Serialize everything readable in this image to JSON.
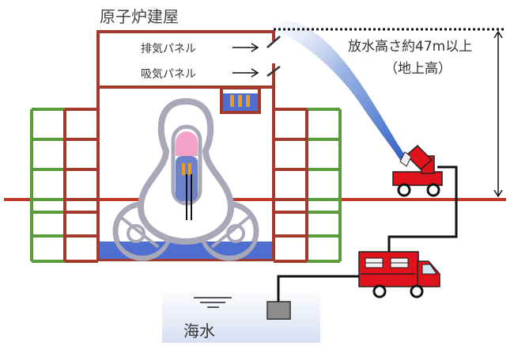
{
  "labels": {
    "building_title": "原子炉建屋",
    "exhaust_panel": "排気パネル",
    "intake_panel": "吸気パネル",
    "spray_height": "放水高さ約47m以上",
    "spray_height_note": "（地上高）",
    "sea_water": "海水"
  },
  "colors": {
    "building": "#a33a2d",
    "scaffold": "#5a9b3c",
    "vessel": "#a8a8b8",
    "fuel": "#f3a3c8",
    "fuel_rods": "#f19b1c",
    "pool": "#4f6fd0",
    "spray": "#3563c8",
    "truck": "#e0121c",
    "sea": "#dde4f5",
    "ground_line": "#c0392b"
  }
}
